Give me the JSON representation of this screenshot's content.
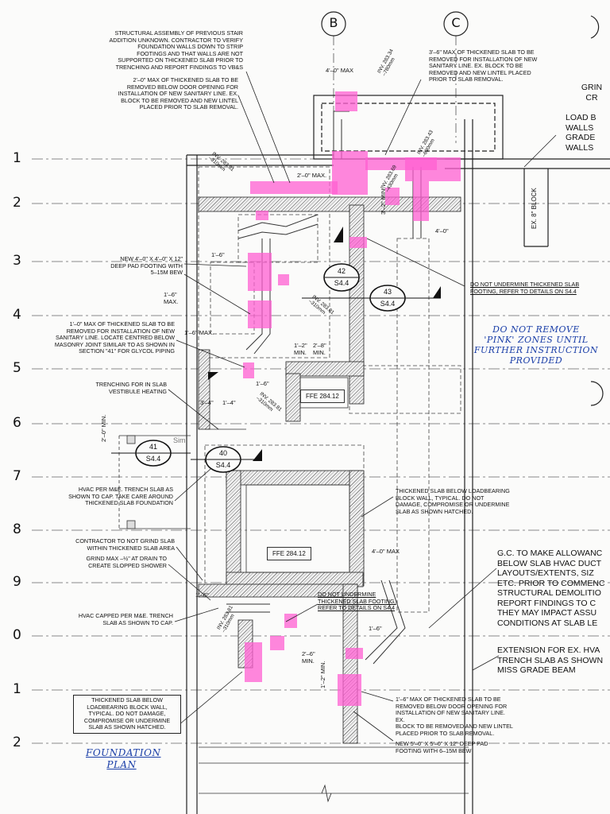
{
  "column_labels": {
    "b": "B",
    "c": "C"
  },
  "grid_rows": [
    "1",
    "2",
    "3",
    "4",
    "5",
    "6",
    "7",
    "8",
    "9",
    "0",
    "1",
    "2"
  ],
  "notes": {
    "stair_assembly": "STRUCTURAL ASSEMBLY OF PREVIOUS STAIR\nADDITION UNKNOWN. CONTRACTOR TO VERIFY\nFOUNDATION WALLS DOWN TO STRIP\nFOOTINGS AND THAT WALLS ARE NOT\nSUPPORTED ON THICKENED SLAB PRIOR TO\nTRENCHING AND REPORT FINDINGS TO VB&S",
    "slab_2_0": "2'–0\" MAX OF THICKENED SLAB TO BE\nREMOVED BELOW DOOR OPENING FOR\nINSTALLATION OF NEW SANITARY LINE. EX.\nBLOCK TO BE REMOVED AND NEW LINTEL\nPLACED PRIOR TO SLAB REMOVAL.",
    "slab_3_6": "3'–6\" MAX OF THICKENED SLAB TO BE\nREMOVED FOR INSTALLATION OF NEW\nSANITARY LINE. EX. BLOCK TO BE\nREMOVED AND NEW LINTEL PLACED\nPRIOR TO SLAB REMOVAL.",
    "load_walls": "LOAD B\nWALLS\nGRADE\nWALLS",
    "grin": "GRIN\nCR",
    "new_pad_4": "NEW 4'–0\" x 4'–0\" x 12\"\nDEEP PAD FOOTING WITH\n5–15M BEW",
    "slab_1_0": "1'–0\" MAX OF THICKENED SLAB TO BE\nREMOVED FOR INSTALLATION OF NEW\nSANITARY LINE. LOCATE CENTRED BELOW\nMASONRY JOINT SIMILAR TO AS SHOWN IN\nSECTION \"41\" FOR GLYCOL PIPING",
    "trenching": "TRENCHING FOR IN SLAB\nVESTIBULE HEATING",
    "do_not_undermine_1": "DO NOT UNDERMINE THICKENED SLAB\nFOOTING, REFER TO DETAILS ON S4.4",
    "hvac_trench": "HVAC PER M&E. TRENCH SLAB AS\nSHOWN TO CAP. TAKE CARE AROUND\nTHICKENED SLAB FOUNDATION",
    "thickened_loadbearing": "THICKENED SLAB BELOW LOADBEARING\nBLOCK WALL, TYPICAL. DO NOT\nDAMAGE, COMPROMISE OR UNDERMINE\nSLAB AS SHOWN HATCHED.",
    "no_grind": "CONTRACTOR TO NOT GRIND SLAB\nWITHIN THICKENED SLAB AREA",
    "grind_max": "GRIND MAX –½\" AT DRAIN TO\nCREATE SLOPPED SHOWER",
    "do_not_undermine_2": "DO NOT UNDERMINE\nTHICKENED SLAB FOOTING,\nREFER TO DETAILS ON S4.4",
    "hvac_capped": "HVAC CAPPED PER M&E. TRENCH\nSLAB AS SHOWN TO CAP.",
    "gc_allowance": "G.C. TO MAKE ALLOWANC\nBELOW SLAB HVAC DUCT\nLAYOUTS/EXTENTS, SIZ\nETC. PRIOR TO COMMENC\nSTRUCTURAL DEMOLITIO\nREPORT FINDINGS TO C\nTHEY MAY IMPACT ASSU\nCONDITIONS AT SLAB LE",
    "extension": "EXTENSION FOR EX. HVA\nTRENCH SLAB AS SHOWN\nMISS GRADE BEAM",
    "thickened_box": "THICKENED SLAB BELOW\nLOADBEARING BLOCK WALL,\nTYPICAL. DO NOT DAMAGE,\nCOMPROMISE OR UNDERMINE\nSLAB AS SHOWN HATCHED.",
    "slab_1_6": "1'–6\" MAX OF THICKENED SLAB TO BE\nREMOVED BELOW DOOR OPENING FOR\nINSTALLATION OF NEW SANITARY LINE. EX.\nBLOCK TO BE REMOVED AND NEW LINTEL\nPLACED PRIOR TO SLAB REMOVAL.",
    "new_pad_5": "NEW 5'–0\" x 5'–0\" x 12\" DEEP PAD\nFOOTING WITH 6–15M BEW"
  },
  "handwritten": {
    "pink_zones": "DO NOT REMOVE\n'PINK' ZONES UNTIL\nFURTHER INSTRUCTION\nPROVIDED",
    "title": "FOUNDATION\nPLAN"
  },
  "section_tags": [
    {
      "num": "42",
      "sheet": "S4.4"
    },
    {
      "num": "43",
      "sheet": "S4.4"
    },
    {
      "num": "41",
      "sheet": "S4.4"
    },
    {
      "num": "40",
      "sheet": "S4.4"
    }
  ],
  "ffe": [
    "FFE 284.12",
    "FFE 284.12"
  ],
  "dimensions": {
    "d4_0_max_top": "4'–0\" MAX",
    "d2_0_max": "2'–0\" MAX.",
    "d4_0": "4'–0\"",
    "d3_2_min": "3'–2\" MIN.",
    "d1_6_a": "1'–6\"",
    "d1_6_max_a": "1'–6\"\nMAX.",
    "d1_6_max_b": "1'–6\" MAX.",
    "d2_8_min": "2'–8\"\nMIN.",
    "d1_2_min": "1'–2\"\nMIN.",
    "d1_6_b": "1'–6\"",
    "d3_4": "3'–4\"",
    "d1_4": "1'–4\"",
    "d2_0_min": "2'–0\" MIN.",
    "d4_0_max_mid": "4'–0\" MAX",
    "d1_6_c": "1'–6\"",
    "d2_6_min": "2'–6\"\nMIN.",
    "d1_2_min_b": "1'–2\" MIN.",
    "d1_6_d": "1'–6\"",
    "ex_block": "EX. 8\" BLOCK",
    "sim": "Sim",
    "inv_1": "INV. 283.34\n–780mm",
    "inv_2": "INV. 283.43\n–690mm",
    "inv_3": "INV. 283.81\n–310mm",
    "inv_4": "INV. 283.69\n–430mm",
    "inv_5": "INV. 283.81\n–310mm",
    "inv_6": "INV. 283.81\n–310mm",
    "inv_7": "INV. 283.81\n–310mm"
  },
  "colors": {
    "pink": "#ff5fd2",
    "handwriting": "#1b3fa8",
    "ink": "#111111"
  }
}
